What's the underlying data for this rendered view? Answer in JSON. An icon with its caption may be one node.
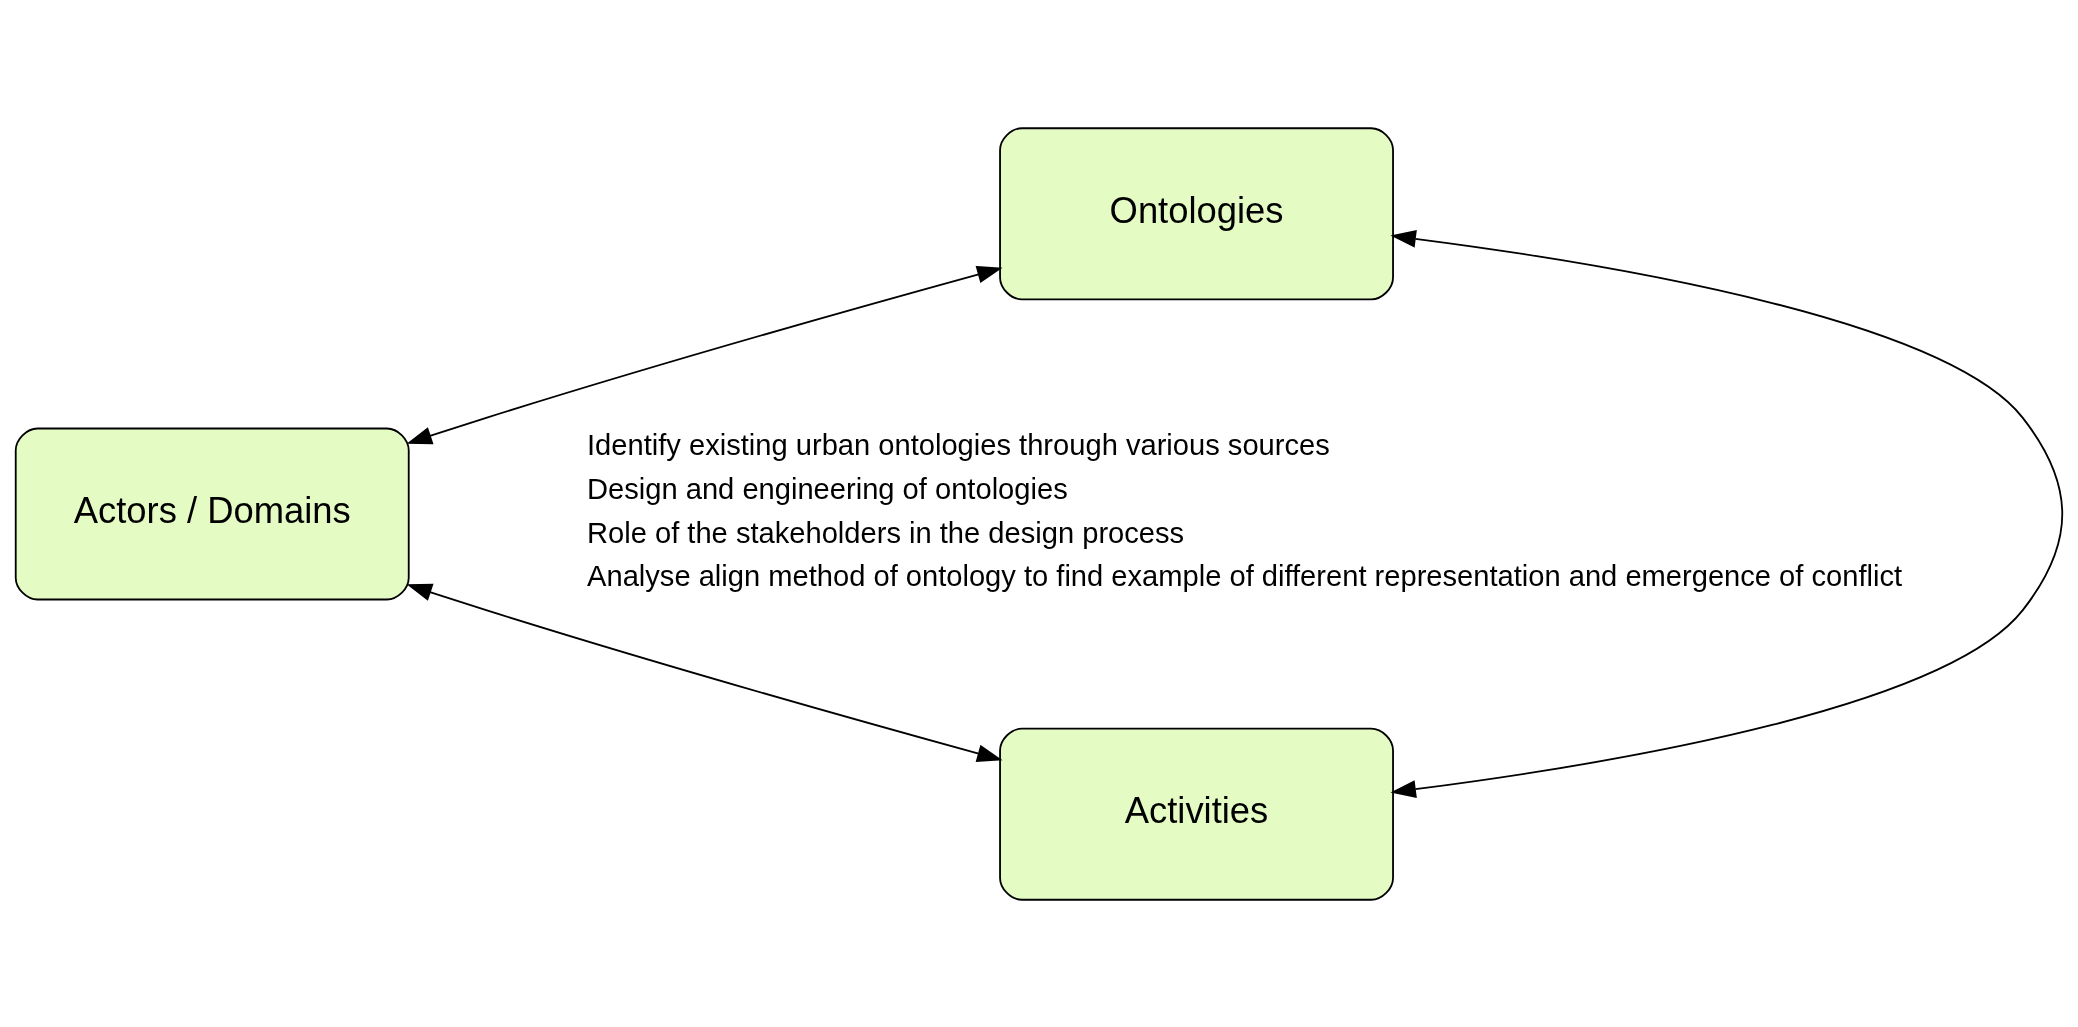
{
  "diagram": {
    "nodes": [
      {
        "text": [
          "Ontologies"
        ]
      },
      {
        "text": [
          "Actors / Domains"
        ]
      },
      {
        "text": [
          "Activities"
        ]
      }
    ],
    "edges": [
      {
        "from": 0,
        "to": 1,
        "arrow": "both"
      },
      {
        "from": 1,
        "to": 2,
        "arrow": "both"
      },
      {
        "from": 0,
        "to": 2,
        "arrow": "both"
      }
    ],
    "labels": [
      "Identify existing urban ontologies through various sources",
      "Design and engineering of ontologies",
      "Role of the stakeholders in the design process",
      "Analyse align method of ontology to find example of different representation and emergence of conflict"
    ]
  }
}
